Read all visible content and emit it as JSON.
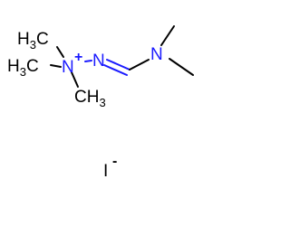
{
  "molecule": {
    "atoms": {
      "ch3_top_left": {
        "main": "H",
        "sub": "3",
        "tail": "C"
      },
      "ch3_left": {
        "main": "H",
        "sub": "3",
        "tail": "C"
      },
      "ch3_below": {
        "main": "CH",
        "sub": "3"
      },
      "n_plus": {
        "symbol": "N",
        "charge": "+"
      },
      "n_imine": {
        "symbol": "N"
      },
      "n_amine": {
        "symbol": "N"
      }
    },
    "counterion": {
      "symbol": "I",
      "charge": "-"
    }
  },
  "colors": {
    "atom_black": "#000000",
    "nitrogen": "#1a1aff",
    "background": "#ffffff"
  }
}
